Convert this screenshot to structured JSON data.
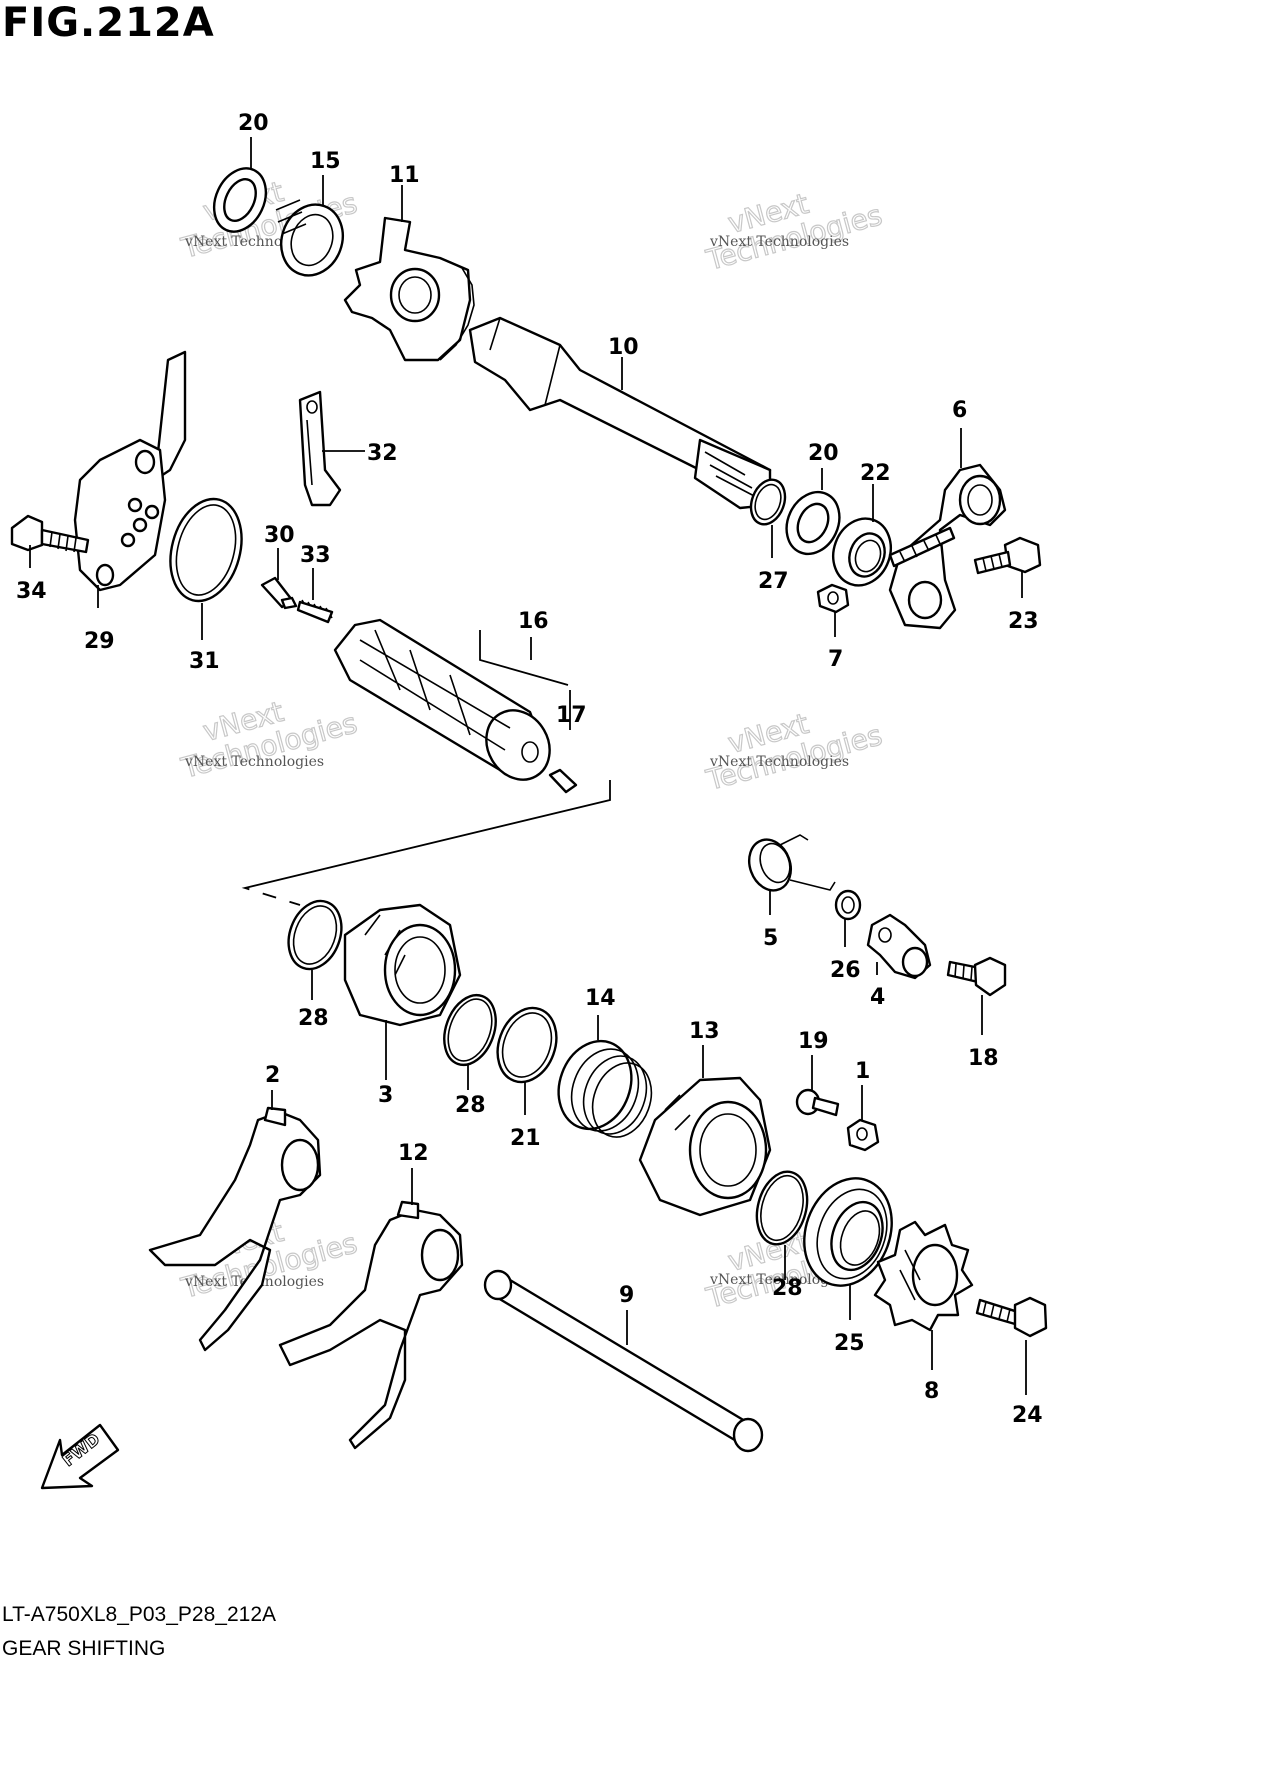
{
  "figure": {
    "title": "FIG.212A",
    "model_code": "LT-A750XL8_P03_P28_212A",
    "section_name": "GEAR SHIFTING",
    "fwd_label": "FWD"
  },
  "watermark": {
    "line_small": "vNext Technologies",
    "line_big": "Technologies",
    "line_top": "vNext"
  },
  "callouts": [
    "20",
    "15",
    "11",
    "10",
    "32",
    "6",
    "20",
    "22",
    "34",
    "29",
    "31",
    "30",
    "33",
    "27",
    "23",
    "7",
    "16",
    "17",
    "5",
    "26",
    "4",
    "18",
    "28",
    "3",
    "28",
    "21",
    "14",
    "13",
    "19",
    "1",
    "2",
    "12",
    "9",
    "28",
    "25",
    "8",
    "24"
  ],
  "colors": {
    "ink": "#000000",
    "watermark": "#c8c8c8",
    "background": "#ffffff"
  }
}
